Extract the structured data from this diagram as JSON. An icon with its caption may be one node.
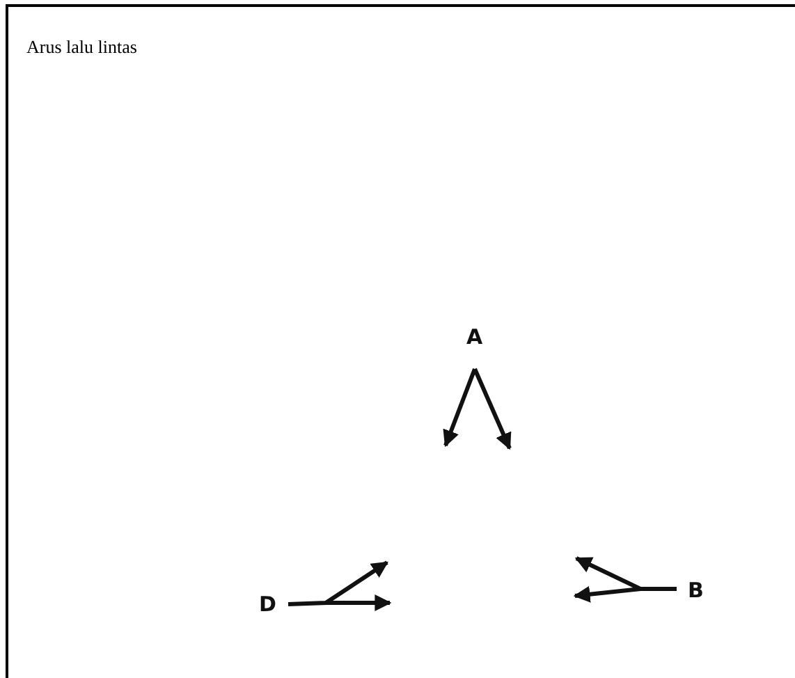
{
  "diagram": {
    "title": "Arus lalu lintas",
    "labels": [
      "A",
      "D",
      "B"
    ]
  }
}
